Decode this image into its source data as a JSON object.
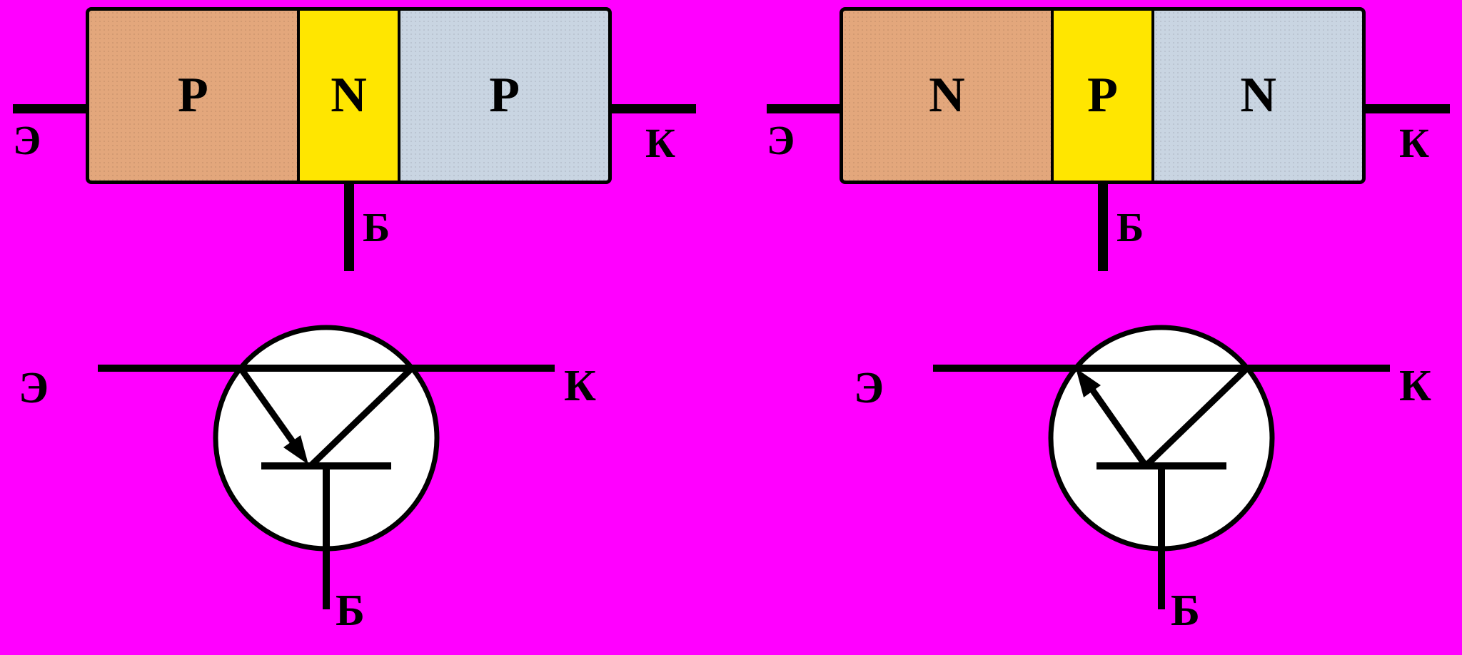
{
  "canvas": {
    "background_color": "#FF00FF"
  },
  "structures": [
    {
      "name": "pnp-structure",
      "regions": [
        {
          "label": "P",
          "color": "#E3A77C"
        },
        {
          "label": "N",
          "color": "#FFE600"
        },
        {
          "label": "P",
          "color": "#C9D5E2"
        }
      ],
      "emitter_label": "Э",
      "collector_label": "К",
      "base_label": "Б"
    },
    {
      "name": "npn-structure",
      "regions": [
        {
          "label": "N",
          "color": "#E3A77C"
        },
        {
          "label": "P",
          "color": "#FFE600"
        },
        {
          "label": "N",
          "color": "#C9D5E2"
        }
      ],
      "emitter_label": "Э",
      "collector_label": "К",
      "base_label": "Б"
    }
  ],
  "symbols": [
    {
      "name": "pnp-symbol",
      "arrow_direction": "toward-base",
      "emitter_label": "Э",
      "collector_label": "К",
      "base_label": "Б"
    },
    {
      "name": "npn-symbol",
      "arrow_direction": "away-from-base",
      "emitter_label": "Э",
      "collector_label": "К",
      "base_label": "Б"
    }
  ]
}
